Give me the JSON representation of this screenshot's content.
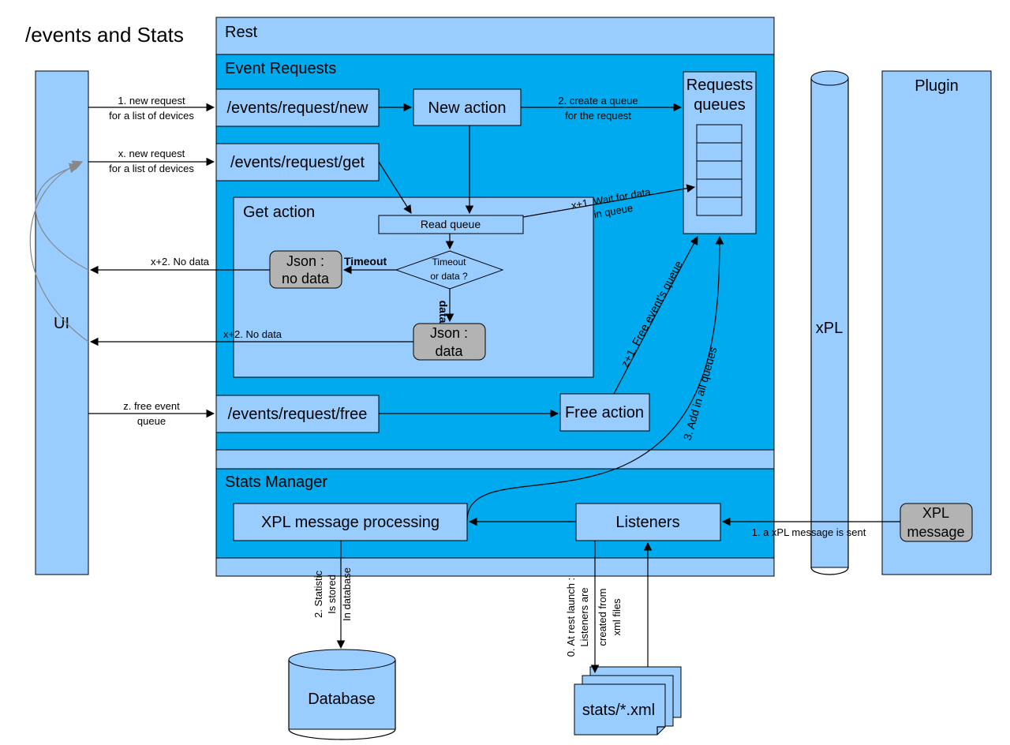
{
  "title": "/events and Stats",
  "rest": {
    "title": "Rest"
  },
  "event_requests": {
    "title": "Event Requests",
    "endpoint_new": "/events/request/new",
    "endpoint_get": "/events/request/get",
    "endpoint_free": "/events/request/free",
    "new_action": "New action",
    "free_action": "Free action",
    "requests_queues": [
      "Requests",
      "queues"
    ]
  },
  "get_action": {
    "title": "Get action",
    "read_queue": "Read queue",
    "decision": [
      "Timeout",
      "or data ?"
    ],
    "json_no_data": [
      "Json :",
      "no data"
    ],
    "json_data": [
      "Json :",
      "data"
    ],
    "timeout_label": "Timeout",
    "data_label": "data"
  },
  "stats_manager": {
    "title": "Stats Manager",
    "xpl_processing": "XPL message processing",
    "listeners": "Listeners"
  },
  "actors": {
    "ui": "UI",
    "xpl": "xPL",
    "plugin": "Plugin",
    "xpl_message": [
      "XPL",
      "message"
    ],
    "database": "Database",
    "stats_files": "stats/*.xml"
  },
  "arrows": {
    "new_request": [
      "1. new request",
      "for a list of devices"
    ],
    "x_new_request": [
      "x. new request",
      "for a list of devices"
    ],
    "create_queue": [
      "2. create a queue",
      "for the request"
    ],
    "wait_for_data": [
      "x+1. Wait for data",
      "in queue"
    ],
    "no_data_1": "x+2. No data",
    "no_data_2": "x+2. No data",
    "free_event": [
      "z. free event",
      "queue"
    ],
    "free_events_queue": "z+1. Free event's queue",
    "add_in_all_queues": "3. Add in all queues",
    "xpl_sent": "1. a xPL message is sent",
    "statistic_stored": [
      "2. Statistic",
      "Is stored",
      "In database"
    ],
    "rest_launch": [
      "0. At rest launch :",
      "Listeners are",
      "created from",
      "xml files"
    ]
  },
  "colors": {
    "light_blue": "#99ccff",
    "panel_blue": "#00aaee",
    "gray_box": "#b3b3b3"
  }
}
